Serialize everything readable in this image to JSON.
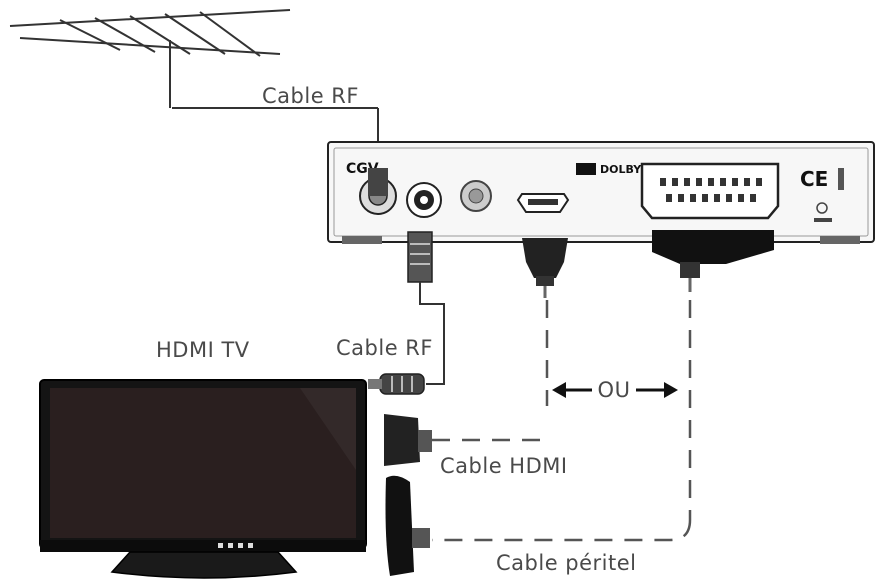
{
  "labels": {
    "cable_rf_top": "Cable RF",
    "cable_rf_bottom": "Cable RF",
    "hdmi_tv": "HDMI TV",
    "ou": "OU",
    "cable_hdmi": "Cable HDMI",
    "cable_peritel": "Cable péritel"
  },
  "device": {
    "brand": "CGV",
    "dolby": "DOLBY",
    "ce": "CE"
  },
  "icons": [
    "antenna-icon",
    "set-top-box",
    "tv-icon",
    "rf-plug-icon",
    "hdmi-plug-icon",
    "scart-plug-icon",
    "double-arrow-icon"
  ],
  "colors": {
    "ink": "#1a1a1a",
    "text": "#4a4a4a",
    "screen": "#2a1f1f",
    "box": "#f4f4f4"
  }
}
